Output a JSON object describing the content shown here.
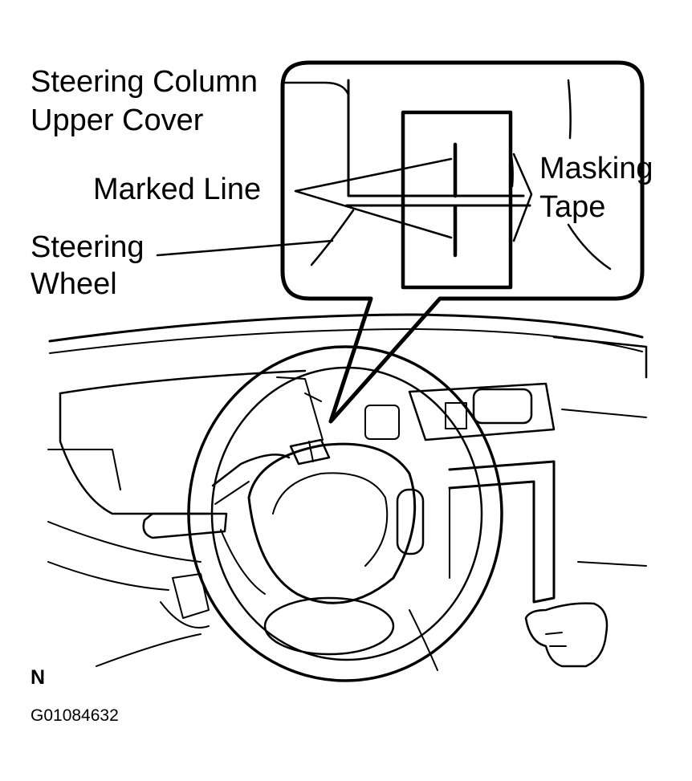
{
  "labels": {
    "column_cover_line1": "Steering Column",
    "column_cover_line2": "Upper Cover",
    "marked_line": "Marked Line",
    "masking_tape_line1": "Masking",
    "masking_tape_line2": "Tape",
    "steering_wheel_line1": "Steering",
    "steering_wheel_line2": "Wheel",
    "corner_mark": "N",
    "figure_code": "G01084632"
  }
}
